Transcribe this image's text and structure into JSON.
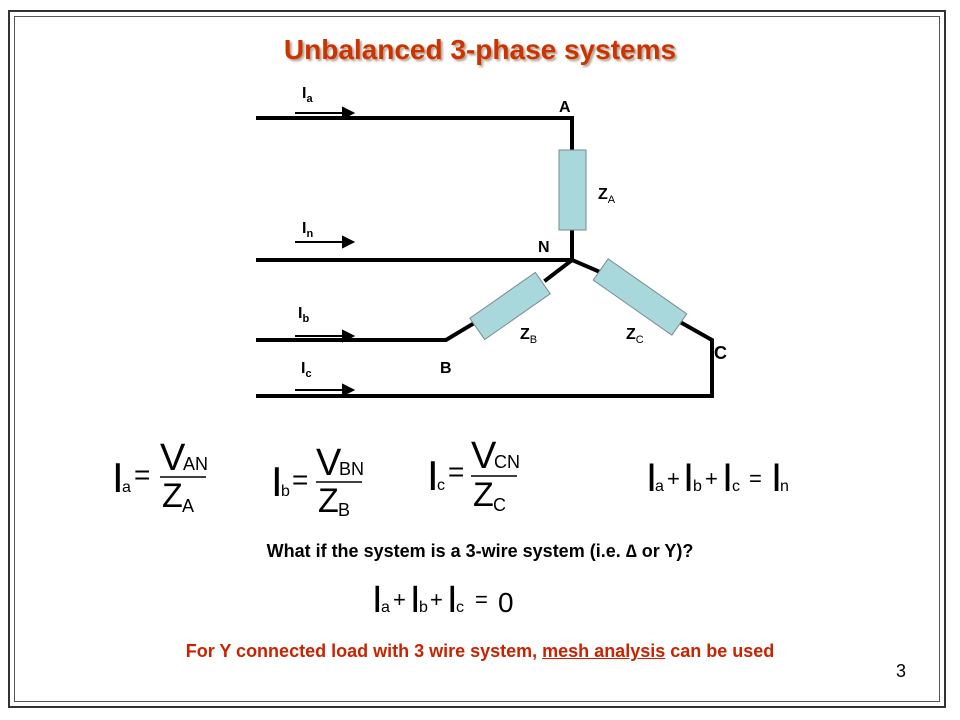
{
  "slide": {
    "title": "Unbalanced 3-phase systems",
    "page_number": "3"
  },
  "diagram": {
    "node_labels": {
      "A": "A",
      "B": "B",
      "C": "C",
      "N": "N"
    },
    "currents": {
      "Ia": {
        "main": "I",
        "sub": "a"
      },
      "In": {
        "main": "I",
        "sub": "n"
      },
      "Ib": {
        "main": "I",
        "sub": "b"
      },
      "Ic": {
        "main": "I",
        "sub": "c"
      }
    },
    "impedances": {
      "ZA": {
        "main": "Z",
        "sub": "A"
      },
      "ZB": {
        "main": "Z",
        "sub": "B"
      },
      "ZC": {
        "main": "Z",
        "sub": "C"
      }
    },
    "impedance_color": "#a8d8dc"
  },
  "equations": {
    "eq_a": {
      "lhs_main": "I",
      "lhs_sub": "a",
      "eq": "=",
      "num_main": "V",
      "num_sub": "AN",
      "den_main": "Z",
      "den_sub": "A"
    },
    "eq_b": {
      "lhs_main": "I",
      "lhs_sub": "b",
      "eq": "=",
      "num_main": "V",
      "num_sub": "BN",
      "den_main": "Z",
      "den_sub": "B"
    },
    "eq_c": {
      "lhs_main": "I",
      "lhs_sub": "c",
      "eq": "=",
      "num_main": "V",
      "num_sub": "CN",
      "den_main": "Z",
      "den_sub": "C"
    },
    "sum_n": {
      "t1": "I",
      "s1": "a",
      "p1": "+",
      "t2": "I",
      "s2": "b",
      "p2": "+",
      "t3": "I",
      "s3": "c",
      "eq": "=",
      "t4": "I",
      "s4": "n"
    },
    "sum_0": {
      "t1": "I",
      "s1": "a",
      "p1": "+",
      "t2": "I",
      "s2": "b",
      "p2": "+",
      "t3": "I",
      "s3": "c",
      "eq": "=",
      "rhs": "0"
    }
  },
  "question": "What if the system is a 3-wire system (i.e. ∆ or Y)?",
  "footer": {
    "pre": "For Y connected load with 3 wire system, ",
    "link": "mesh analysis",
    "post": " can be used"
  }
}
